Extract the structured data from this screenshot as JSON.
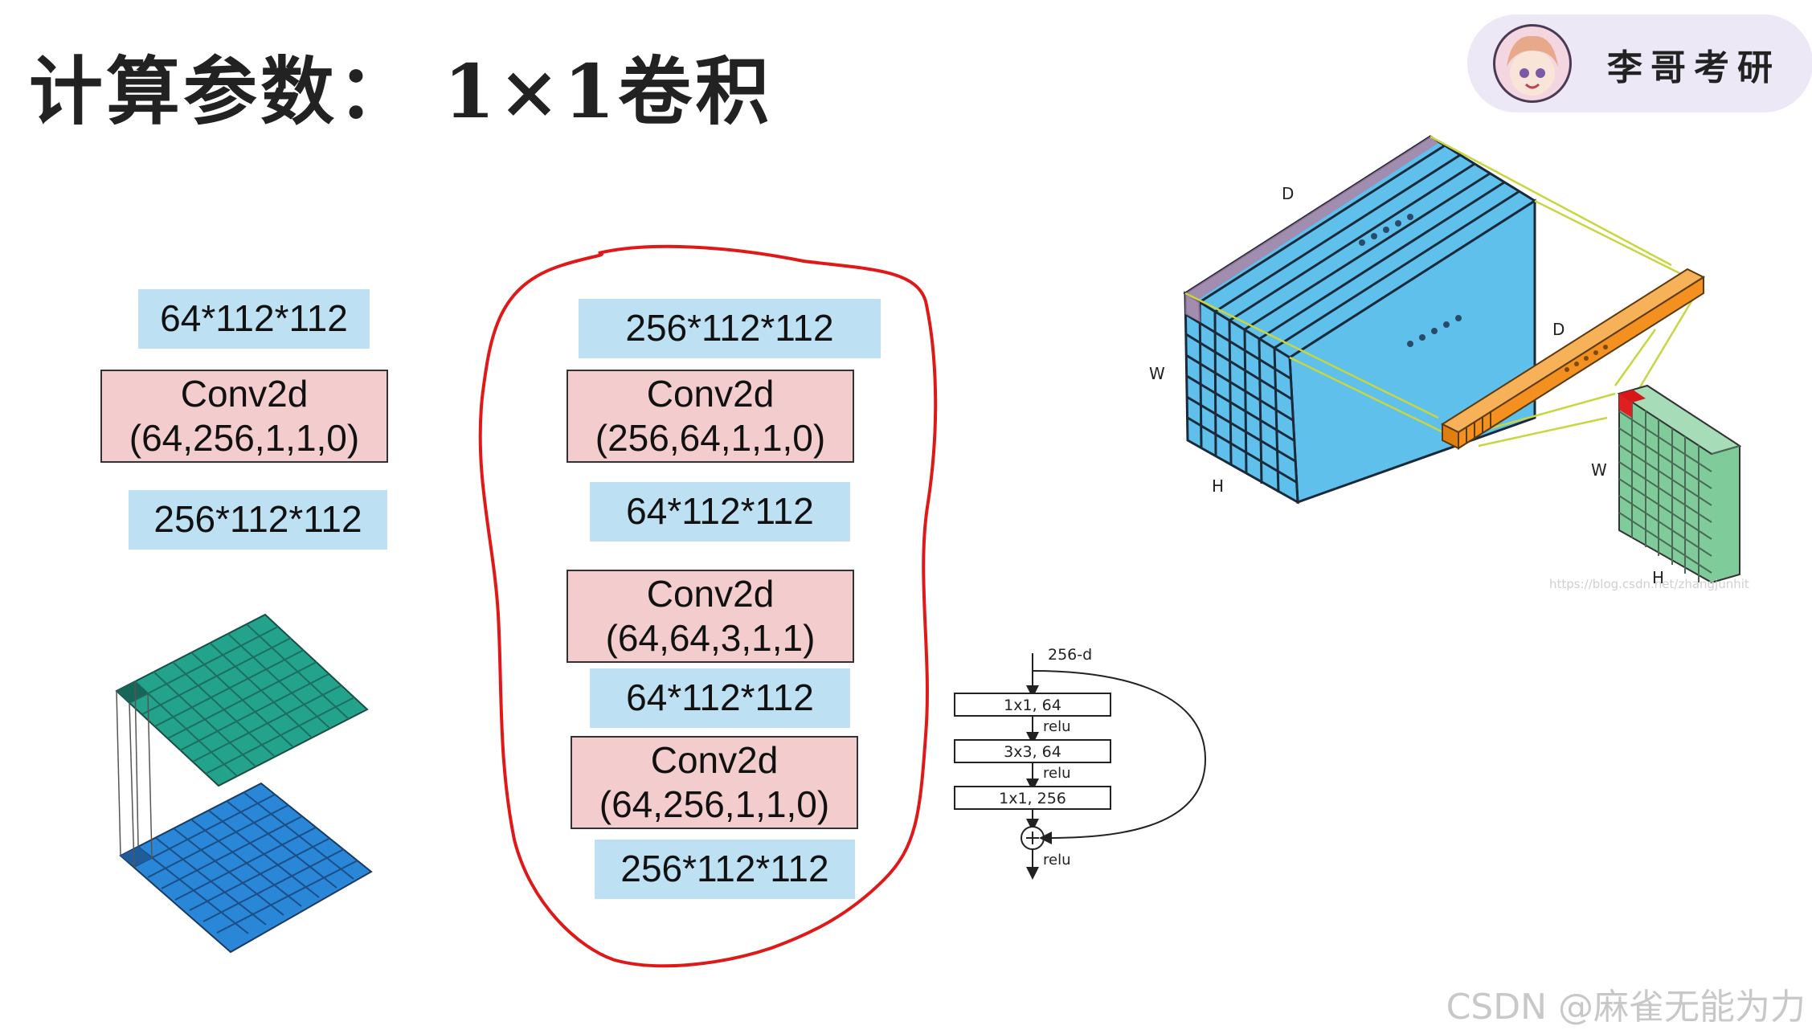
{
  "title": "计算参数： 1×1卷积",
  "badge": {
    "name": "李哥考研"
  },
  "left_column": {
    "input": "64*112*112",
    "conv_title": "Conv2d",
    "conv_params": "(64,256,1,1,0)",
    "output": "256*112*112"
  },
  "middle_column": {
    "input": "256*112*112",
    "conv1_title": "Conv2d",
    "conv1_params": "(256,64,1,1,0)",
    "mid1": "64*112*112",
    "conv2_title": "Conv2d",
    "conv2_params": "(64,64,3,1,1)",
    "mid2": "64*112*112",
    "conv3_title": "Conv2d",
    "conv3_params": "(64,256,1,1,0)",
    "output": "256*112*112"
  },
  "bottleneck": {
    "input_label": "256-d",
    "layer1": "1x1, 64",
    "layer2": "3x3, 64",
    "layer3": "1x1, 256",
    "relu": "relu"
  },
  "volume_labels": {
    "D_top": "D",
    "W_left": "W",
    "H_left": "H",
    "D_mid": "D",
    "W_right": "W",
    "H_right": "H"
  },
  "image_credit": "https://blog.csdn.net/zhangjunhit",
  "watermark": "CSDN @麻雀无能为力",
  "colors": {
    "blue_box": "#bde0f2",
    "pink_box": "#f3cdcd",
    "red_outline": "#e01818",
    "teal_grid": "#23a38c",
    "blue_grid": "#2a86d6",
    "cube": "#5fc0ec",
    "orange_bar": "#f3901f",
    "green_grid": "#7fcc9a"
  }
}
